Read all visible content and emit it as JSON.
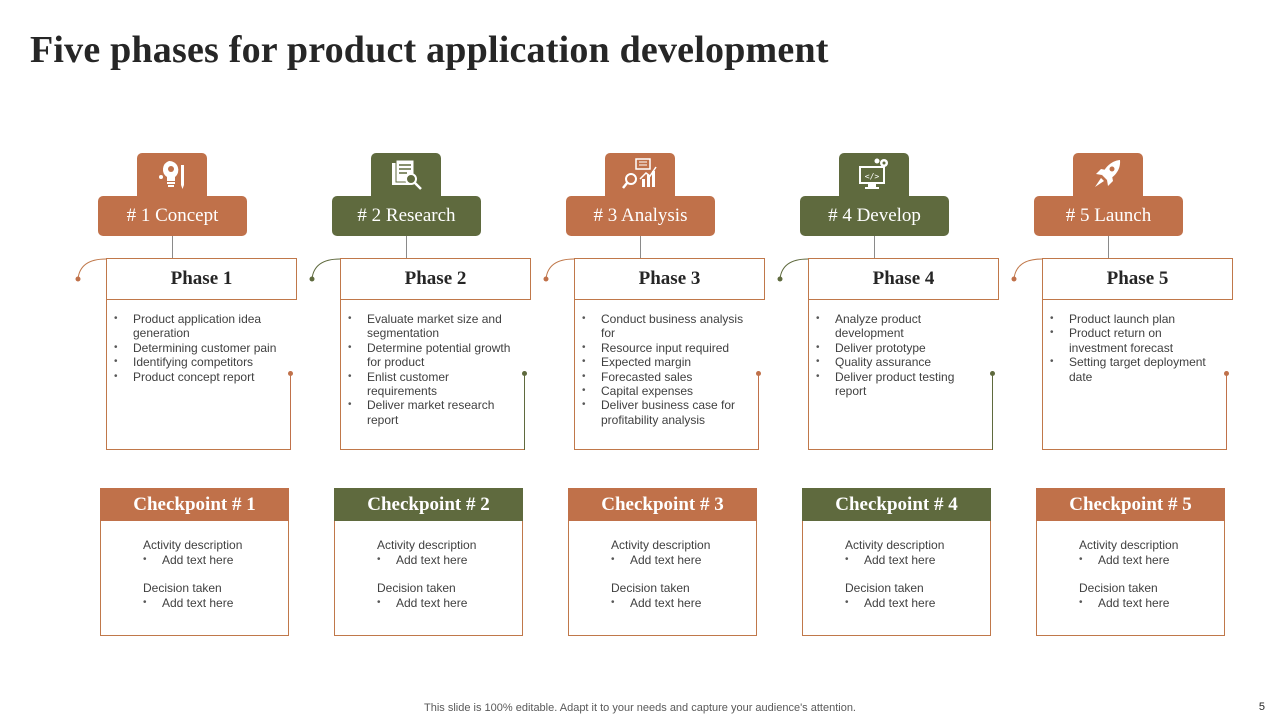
{
  "title": "Five phases for product application development",
  "colors": {
    "orange": "#c0714a",
    "olive": "#5f6a3e",
    "border": "#c0784a"
  },
  "phases": [
    {
      "icon": "lightbulb-gear-icon",
      "label": "# 1 Concept",
      "phase": "Phase 1",
      "bullets": [
        "Product application idea generation",
        "Determining customer pain",
        "Identifying competitors",
        "Product concept report"
      ],
      "checkpoint": "Checkpoint # 1",
      "activity_label": "Activity  description",
      "activity_item": "Add text here",
      "decision_label": "Decision taken",
      "decision_item": "Add text here",
      "color": "#c0714a"
    },
    {
      "icon": "document-magnifier-icon",
      "label": "# 2 Research",
      "phase": "Phase 2",
      "bullets": [
        "Evaluate market size and segmentation",
        "Determine potential growth for product",
        "Enlist customer requirements",
        "Deliver market research report"
      ],
      "checkpoint": "Checkpoint # 2",
      "activity_label": "Activity  description",
      "activity_item": "Add text here",
      "decision_label": "Decision taken",
      "decision_item": "Add text here",
      "color": "#5f6a3e"
    },
    {
      "icon": "analytics-chart-icon",
      "label": "# 3 Analysis",
      "phase": "Phase 3",
      "bullets": [
        "Conduct business analysis for",
        "Resource input required",
        "Expected margin",
        "Forecasted sales",
        "Capital expenses",
        "Deliver business case for profitability analysis"
      ],
      "checkpoint": "Checkpoint # 3",
      "activity_label": "Activity  description",
      "activity_item": "Add text here",
      "decision_label": "Decision taken",
      "decision_item": "Add text here",
      "color": "#c0714a"
    },
    {
      "icon": "monitor-code-gear-icon",
      "label": "# 4 Develop",
      "phase": "Phase 4",
      "bullets": [
        "Analyze  product development",
        "Deliver prototype",
        "Quality assurance",
        "Deliver product testing report"
      ],
      "checkpoint": "Checkpoint # 4",
      "activity_label": "Activity  description",
      "activity_item": "Add text here",
      "decision_label": "Decision taken",
      "decision_item": "Add text here",
      "color": "#5f6a3e"
    },
    {
      "icon": "rocket-icon",
      "label": "# 5 Launch",
      "phase": "Phase 5",
      "bullets": [
        "Product launch plan",
        "Product return on investment forecast",
        "Setting target deployment date"
      ],
      "checkpoint": "Checkpoint # 5",
      "activity_label": "Activity  description",
      "activity_item": "Add text here",
      "decision_label": "Decision taken",
      "decision_item": "Add text here",
      "color": "#c0714a"
    }
  ],
  "footer": "This slide is 100% editable. Adapt it to your needs and capture your audience's attention.",
  "page_number": "5"
}
